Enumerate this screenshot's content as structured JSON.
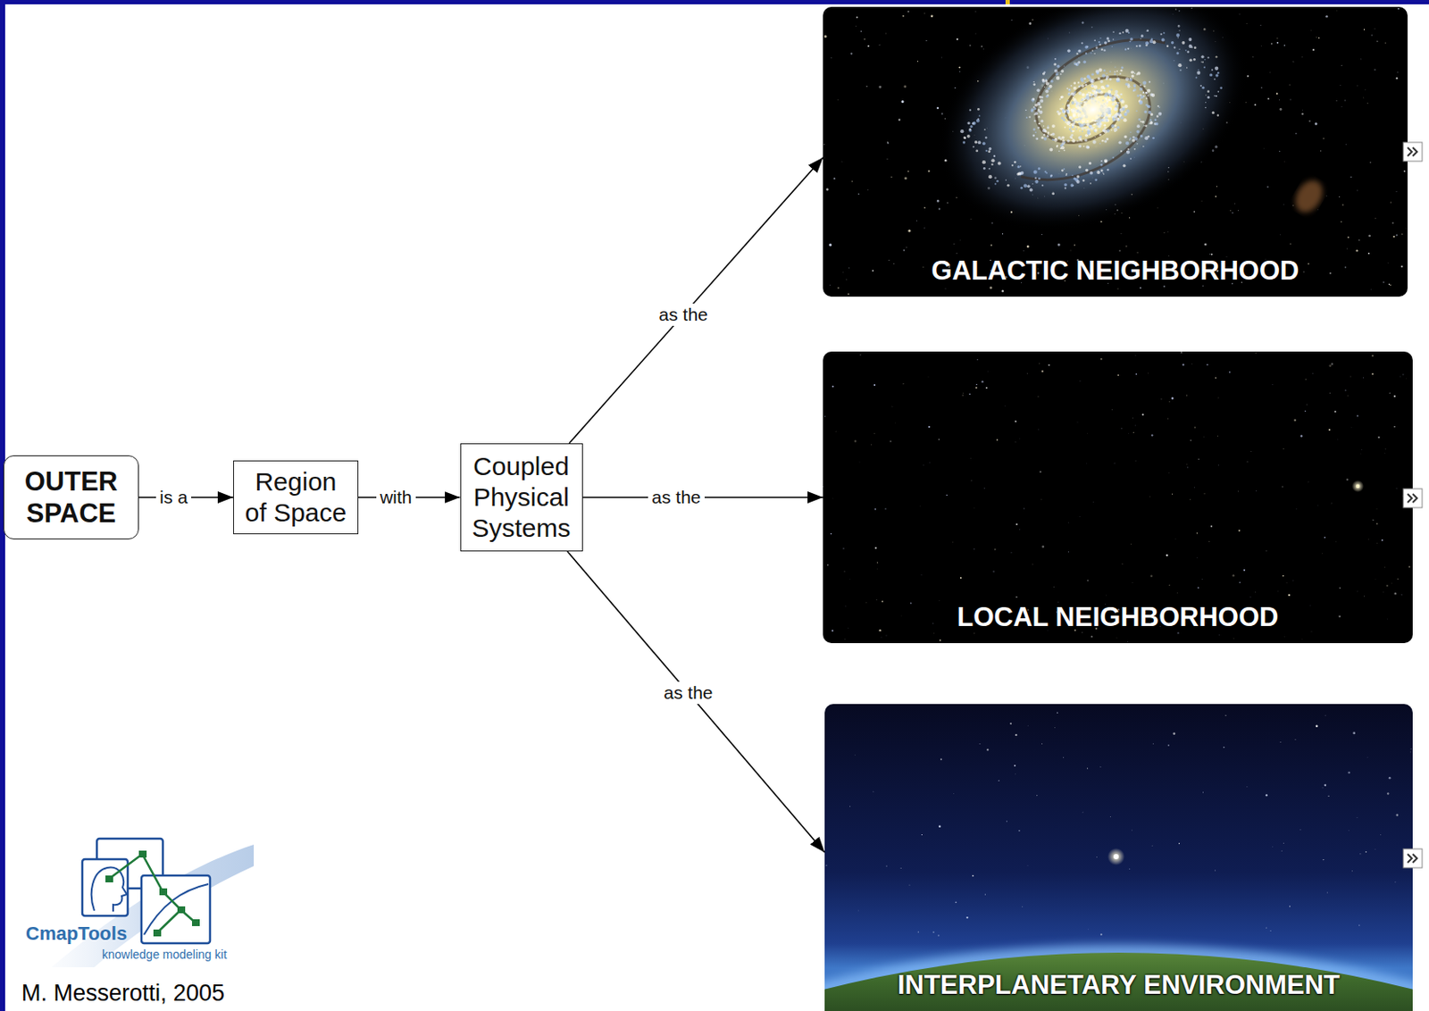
{
  "diagram": {
    "nodes": [
      {
        "text": [
          "OUTER SPACE"
        ]
      },
      {
        "text": [
          "Region of Space"
        ]
      },
      {
        "text": [
          "Coupled Physical Systems"
        ]
      },
      {
        "text": [
          "GALACTIC NEIGHBORHOOD"
        ]
      },
      {
        "text": [
          "LOCAL NEIGHBORHOOD"
        ]
      },
      {
        "text": [
          "INTERPLANETARY ENVIRONMENT"
        ]
      }
    ],
    "edges": [
      {
        "from": 0,
        "to": 1,
        "label": "is a",
        "arrow": "to"
      },
      {
        "from": 1,
        "to": 2,
        "label": "with",
        "arrow": "to"
      },
      {
        "from": 2,
        "to": 3,
        "label": "as the",
        "arrow": "to"
      },
      {
        "from": 2,
        "to": 4,
        "label": "as the",
        "arrow": "to"
      },
      {
        "from": 2,
        "to": 5,
        "label": "as the",
        "arrow": "to"
      }
    ],
    "labels": [
      "CmapTools",
      "knowledge modeling kit",
      "M. Messerotti, 2005"
    ]
  }
}
